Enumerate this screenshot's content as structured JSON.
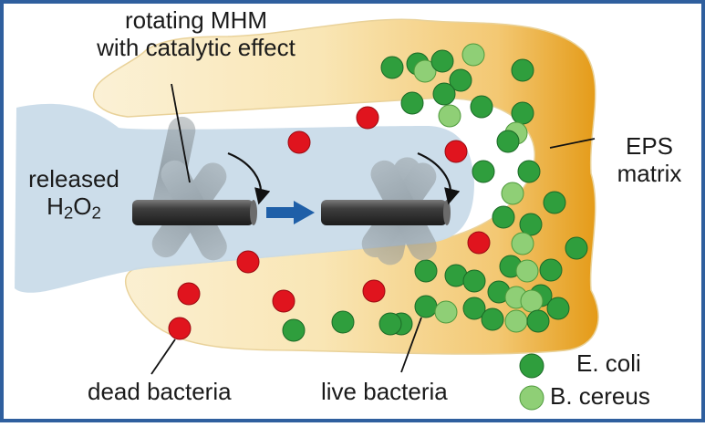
{
  "labels": {
    "mhm_line1": "rotating MHM",
    "mhm_line2": "with catalytic effect",
    "released": "released",
    "h2o2_h": "H",
    "h2o2_sub1": "2",
    "h2o2_o": "O",
    "h2o2_sub2": "2",
    "eps_line1": "EPS",
    "eps_line2": "matrix",
    "dead_bacteria": "dead bacteria",
    "live_bacteria": "live bacteria",
    "legend_ecoli": "E. coli",
    "legend_bcereus": "B. cereus"
  },
  "colors": {
    "frame_border": "#2f5f9e",
    "eps_matrix_light": "#fbedc9",
    "eps_matrix_dark": "#eaa21e",
    "h2o2_stream": "#c9dbe9",
    "dead_bacterium": "#e0141e",
    "e_coli": "#2f9e3d",
    "b_cereus": "#8fcf76",
    "rod": "#3d3d3d",
    "move_arrow": "#1f5fa8"
  },
  "icons": [
    "dead-bacterium-icon",
    "e-coli-icon",
    "b-cereus-icon",
    "rotating-rod-icon",
    "movement-arrow-icon",
    "rotation-arrow-icon"
  ]
}
